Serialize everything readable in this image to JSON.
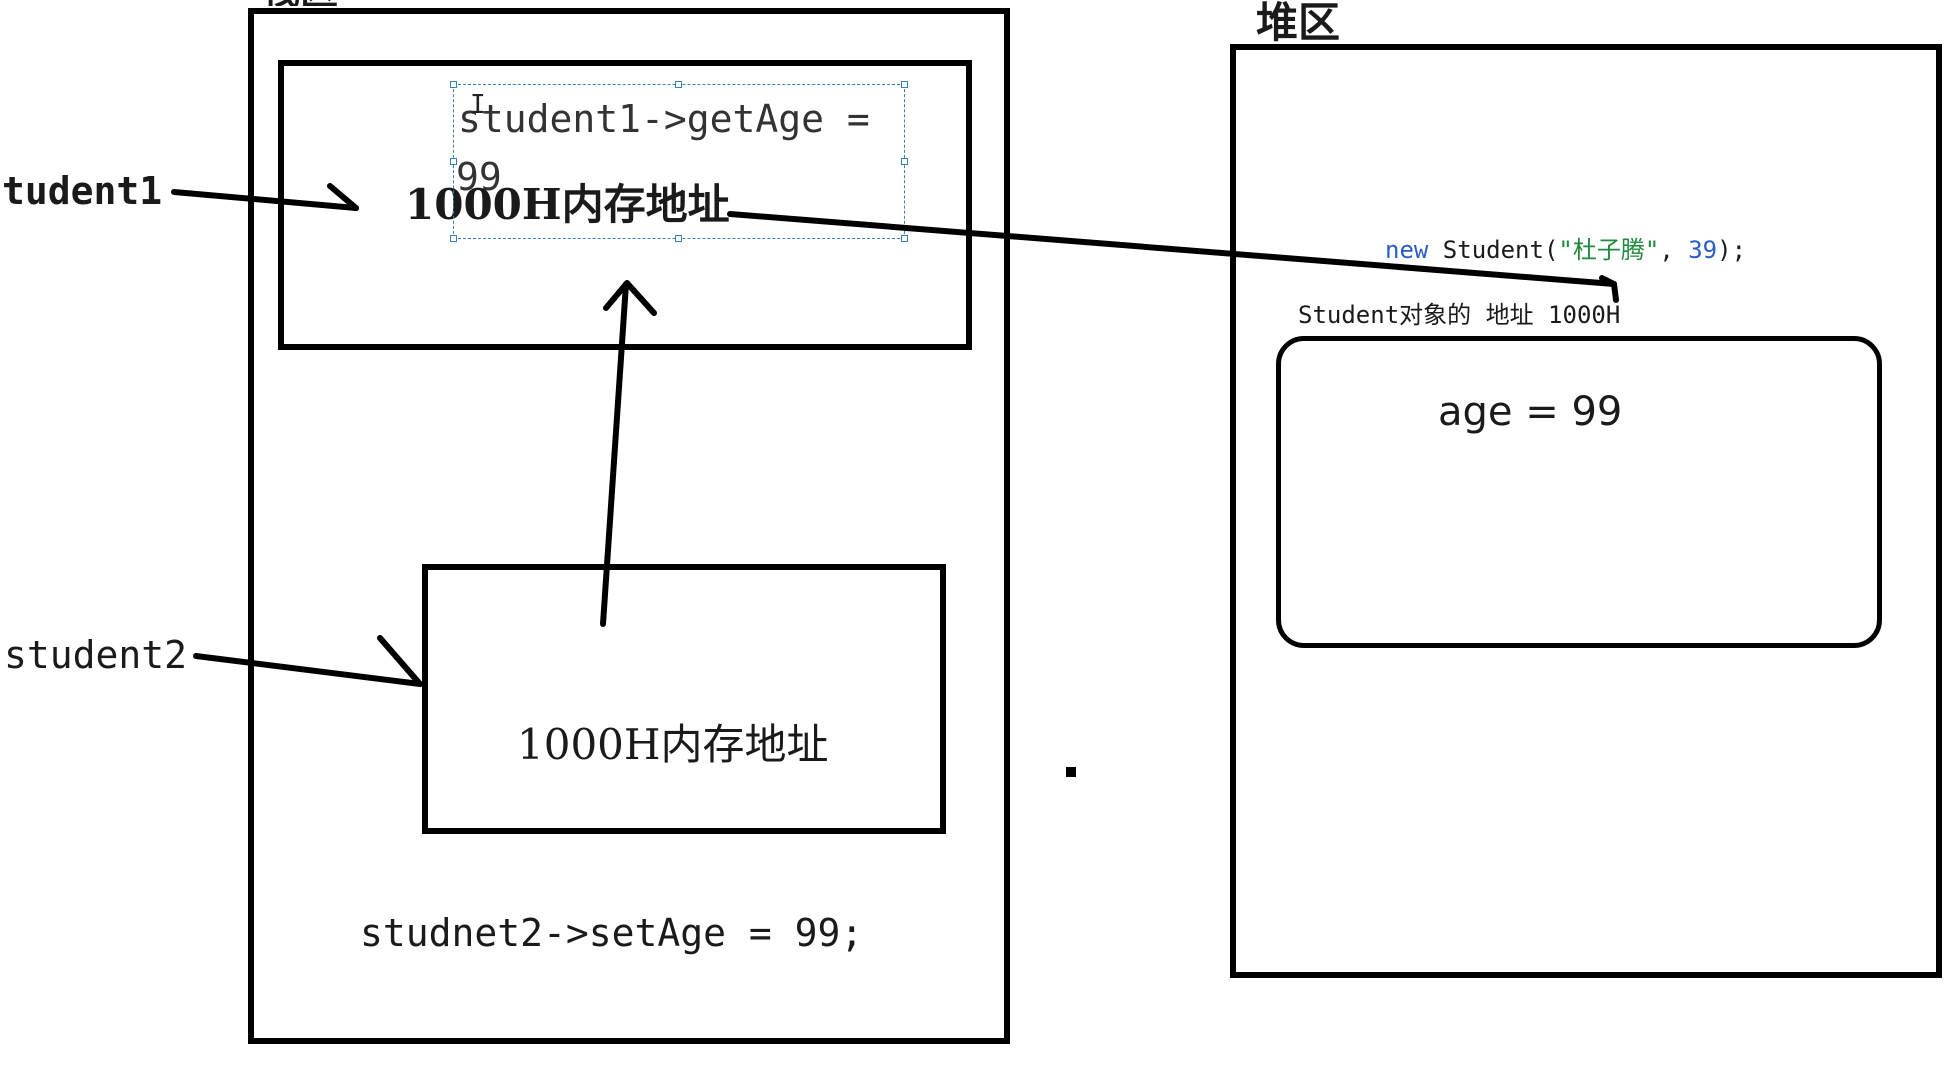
{
  "stack_region": {
    "title_partial": "栈区",
    "student1_label": "tudent1",
    "student2_label": "student2",
    "top_frame": {
      "call_text": "student1->getAge =",
      "call_result": "99",
      "address_text": "1000H内存地址"
    },
    "bottom_frame": {
      "address_text": "1000H内存地址"
    },
    "set_statement": "studnet2->setAge = 99;"
  },
  "heap_region": {
    "title": "堆区",
    "code": {
      "keyword": "new",
      "class_name": " Student(",
      "string_arg": "\"杜子腾\"",
      "separator": ", ",
      "number_arg": "39",
      "tail": ");"
    },
    "object_address_text": "Student对象的 地址  1000H",
    "object_field_text": "age = 99"
  },
  "colors": {
    "line": "#000000",
    "selection": "#3a7fb8",
    "keyword": "#2a5cc7",
    "string": "#1e8a3c"
  }
}
